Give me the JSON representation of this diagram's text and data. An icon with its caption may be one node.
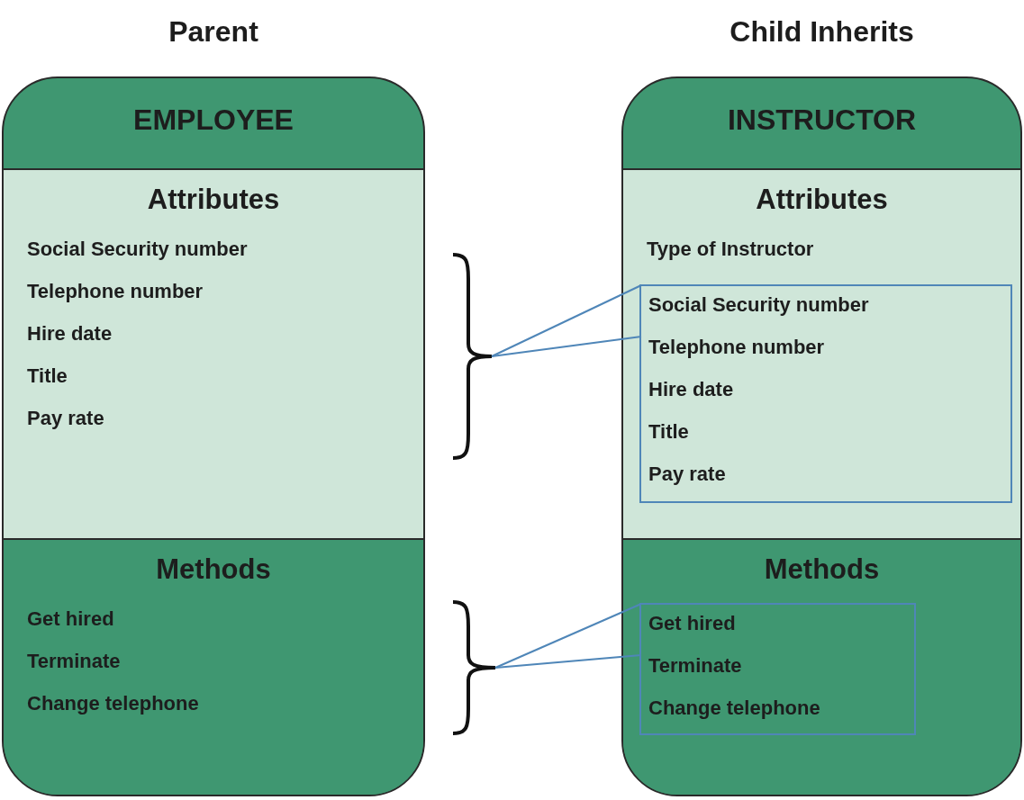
{
  "diagram": {
    "nodes": [
      {
        "text": [
          "EMPLOYEE"
        ],
        "beside": [
          "Parent"
        ]
      },
      {
        "text": [
          "Attributes",
          "Social Security number",
          "Telephone number",
          "Hire date",
          "Title",
          "Pay rate"
        ],
        "in": 0
      },
      {
        "text": [
          "Methods",
          "Get hired",
          "Terminate",
          "Change telephone"
        ],
        "in": 0
      },
      {
        "text": [
          "INSTRUCTOR"
        ],
        "beside": [
          "Child Inherits"
        ]
      },
      {
        "text": [
          "Attributes",
          "Type of Instructor"
        ],
        "in": 3
      },
      {
        "text": [
          "Social Security number",
          "Telephone number",
          "Hire date",
          "Title",
          "Pay rate"
        ],
        "in": 4
      },
      {
        "text": [
          "Methods"
        ],
        "in": 3
      },
      {
        "text": [
          "Get hired",
          "Terminate",
          "Change telephone"
        ],
        "in": 6
      },
      {
        "text": [],
        "shape": "brace"
      },
      {
        "text": [],
        "shape": "brace"
      }
    ],
    "edges": [
      {
        "from": 8,
        "to": 5,
        "arrow": "none"
      },
      {
        "from": 8,
        "to": 5,
        "arrow": "none"
      },
      {
        "from": 9,
        "to": 7,
        "arrow": "none"
      },
      {
        "from": 9,
        "to": 7,
        "arrow": "none"
      }
    ]
  }
}
